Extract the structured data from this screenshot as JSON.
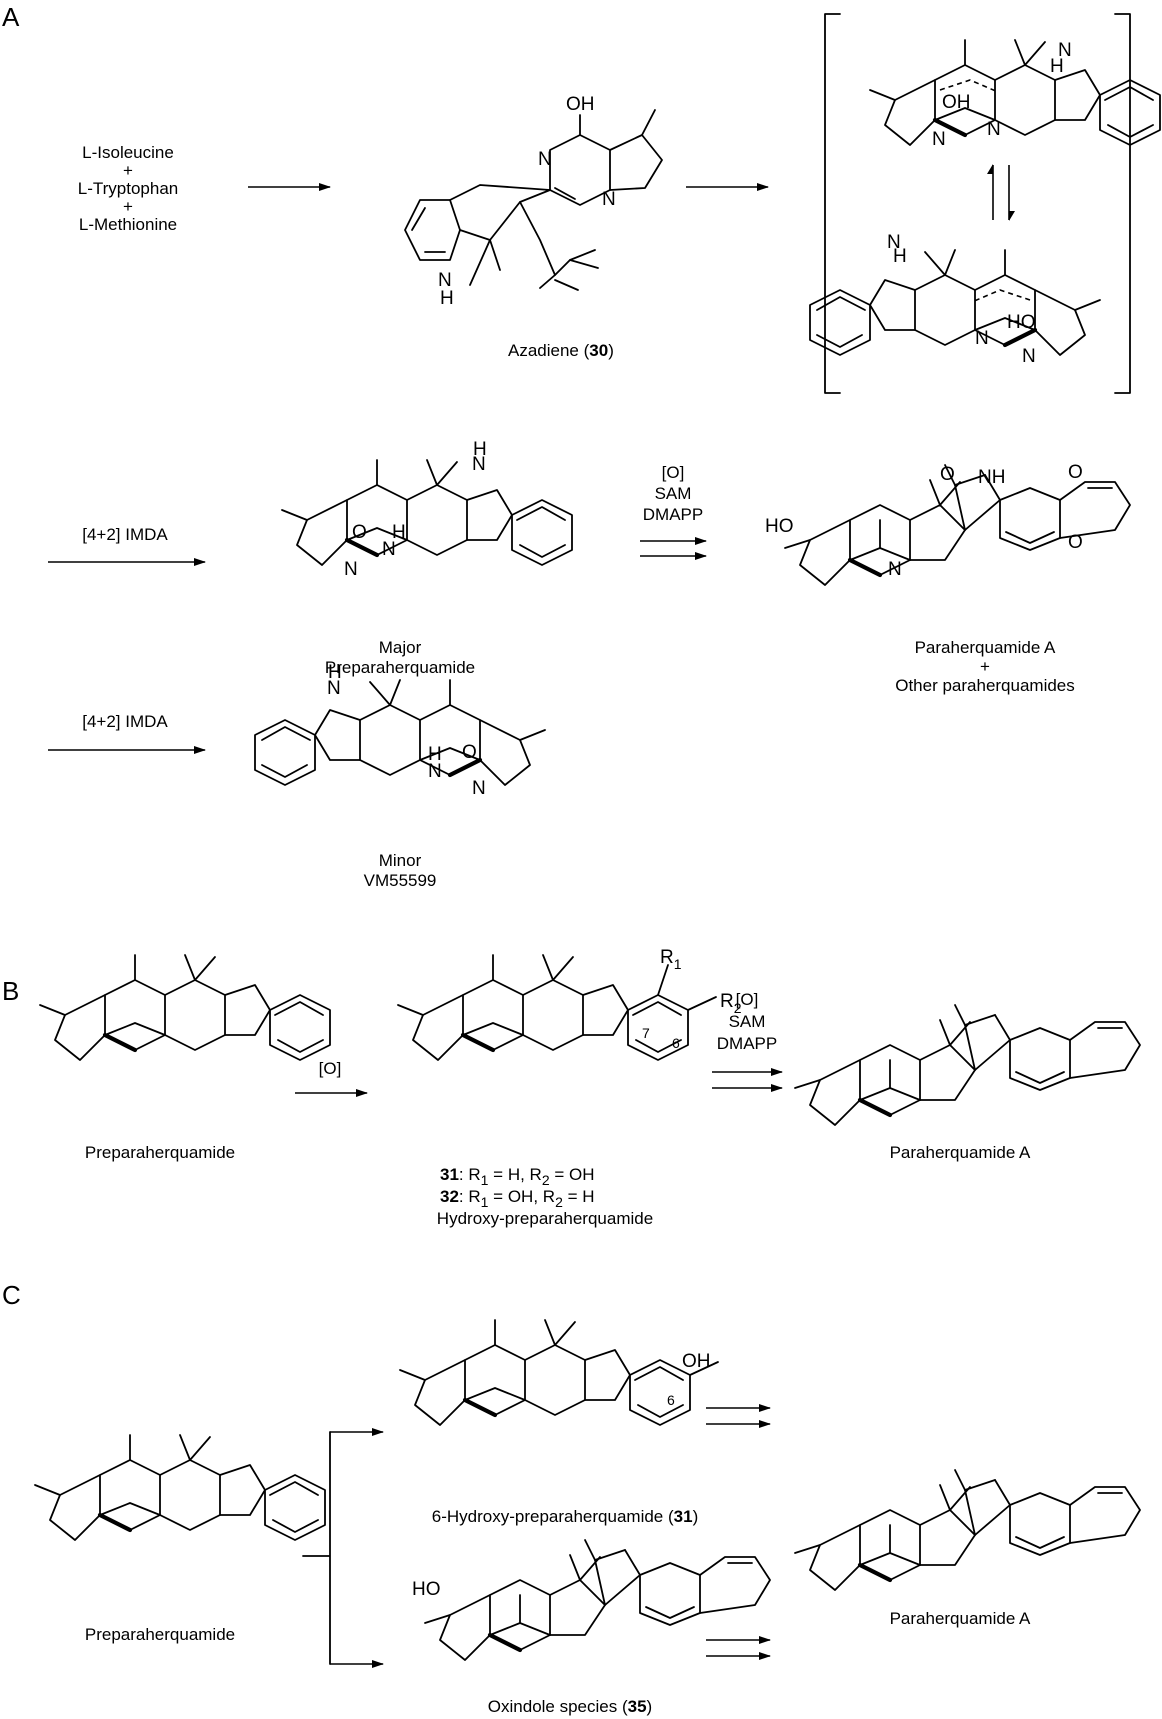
{
  "panels": {
    "a": "A",
    "b": "B",
    "c": "C"
  },
  "panel_a": {
    "starting_materials": [
      "L-Isoleucine",
      "+",
      "L-Tryptophan",
      "+",
      "L-Methionine"
    ],
    "azadiene": {
      "name": "Azadiene (",
      "num": "30",
      "close": ")",
      "oh": "OH",
      "n1": "N",
      "n2": "N",
      "nh": "N",
      "h": "H"
    },
    "ts_top": {
      "nh": "N",
      "h": "H",
      "oh": "OH",
      "n1": "N",
      "n2": "N"
    },
    "ts_bottom": {
      "nh": "N",
      "h": "H",
      "ho": "HO",
      "n1": "N",
      "n2": "N"
    },
    "imda_major": "[4+2] IMDA",
    "imda_minor": "[4+2] IMDA",
    "major_label": [
      "Major",
      "Preparaherquamide"
    ],
    "minor_label": [
      "Minor",
      "VM55599"
    ],
    "conditions": [
      "[O]",
      "SAM",
      "DMAPP"
    ],
    "product_label": [
      "Paraherquamide A",
      "+",
      "Other paraherquamides"
    ],
    "product_atoms": {
      "o": "O",
      "nh": "NH",
      "ho": "HO",
      "n": "N",
      "o2": "O",
      "o3": "O"
    },
    "major_atoms": {
      "nh": "N",
      "h": "H",
      "o": "O",
      "n": "N",
      "nh2": "N",
      "h2": "H"
    },
    "minor_atoms": {
      "nh": "N",
      "h": "H",
      "o": "O",
      "n": "N",
      "nh2": "N",
      "h2": "H"
    }
  },
  "panel_b": {
    "start_label": "Preparaherquamide",
    "step1": "[O]",
    "conditions": [
      "[O]",
      "SAM",
      "DMAPP"
    ],
    "r1": "R",
    "r1_sub": "1",
    "r2": "R",
    "r2_sub": "2",
    "pos7": "7",
    "pos6": "6",
    "line31": {
      "num": "31",
      "text": ": R",
      "s1": "1",
      "t1": " = H, R",
      "s2": "2",
      "t2": " = OH"
    },
    "line32": {
      "num": "32",
      "text": ": R",
      "s1": "1",
      "t1": " = OH, R",
      "s2": "2",
      "t2": " = H"
    },
    "inter_label": "Hydroxy-preparaherquamide",
    "product_label": "Paraherquamide A"
  },
  "panel_c": {
    "start_label": "Preparaherquamide",
    "upper_label": {
      "pre": "6-Hydroxy-preparaherquamide (",
      "num": "31",
      "post": ")"
    },
    "lower_label": {
      "pre": "Oxindole species (",
      "num": "35",
      "post": ")"
    },
    "oh": "OH",
    "pos6": "6",
    "ho": "HO",
    "product_label": "Paraherquamide A"
  }
}
